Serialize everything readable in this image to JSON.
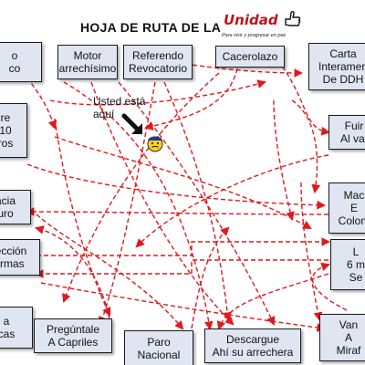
{
  "title": "HOJA DE RUTA DE LA",
  "logo": {
    "word": "Unidad",
    "tagline": "Para vivir y progresar en paz"
  },
  "you_are_here": "Usted está\naquí",
  "colors": {
    "arrows": "#e0191c",
    "box_fill": "#dfe6f1",
    "logo_red": "#c0121b"
  },
  "nodes": {
    "n1": "o\nco",
    "n2": "Motor\narrechísimo",
    "n3": "Referendo\nRevocatorio",
    "n4": "Cacerolazo",
    "n5": "Carta\nInterameri\nDe DDH",
    "n6": "re\n10\nros",
    "n7": "Fuir\nAl vat",
    "n8": "acia\nuro",
    "n9": "Mac\nE\nColom",
    "n10": "ección\nirmas",
    "n11": "L\n6 m\nSe",
    "n12": "a\ncas",
    "n13": "Pregúntale\nA Capriles",
    "n14": "Paro\nNacional",
    "n15": "Descargue\nAhí su arrechera",
    "n16": "Van\nA\nMiraf"
  }
}
